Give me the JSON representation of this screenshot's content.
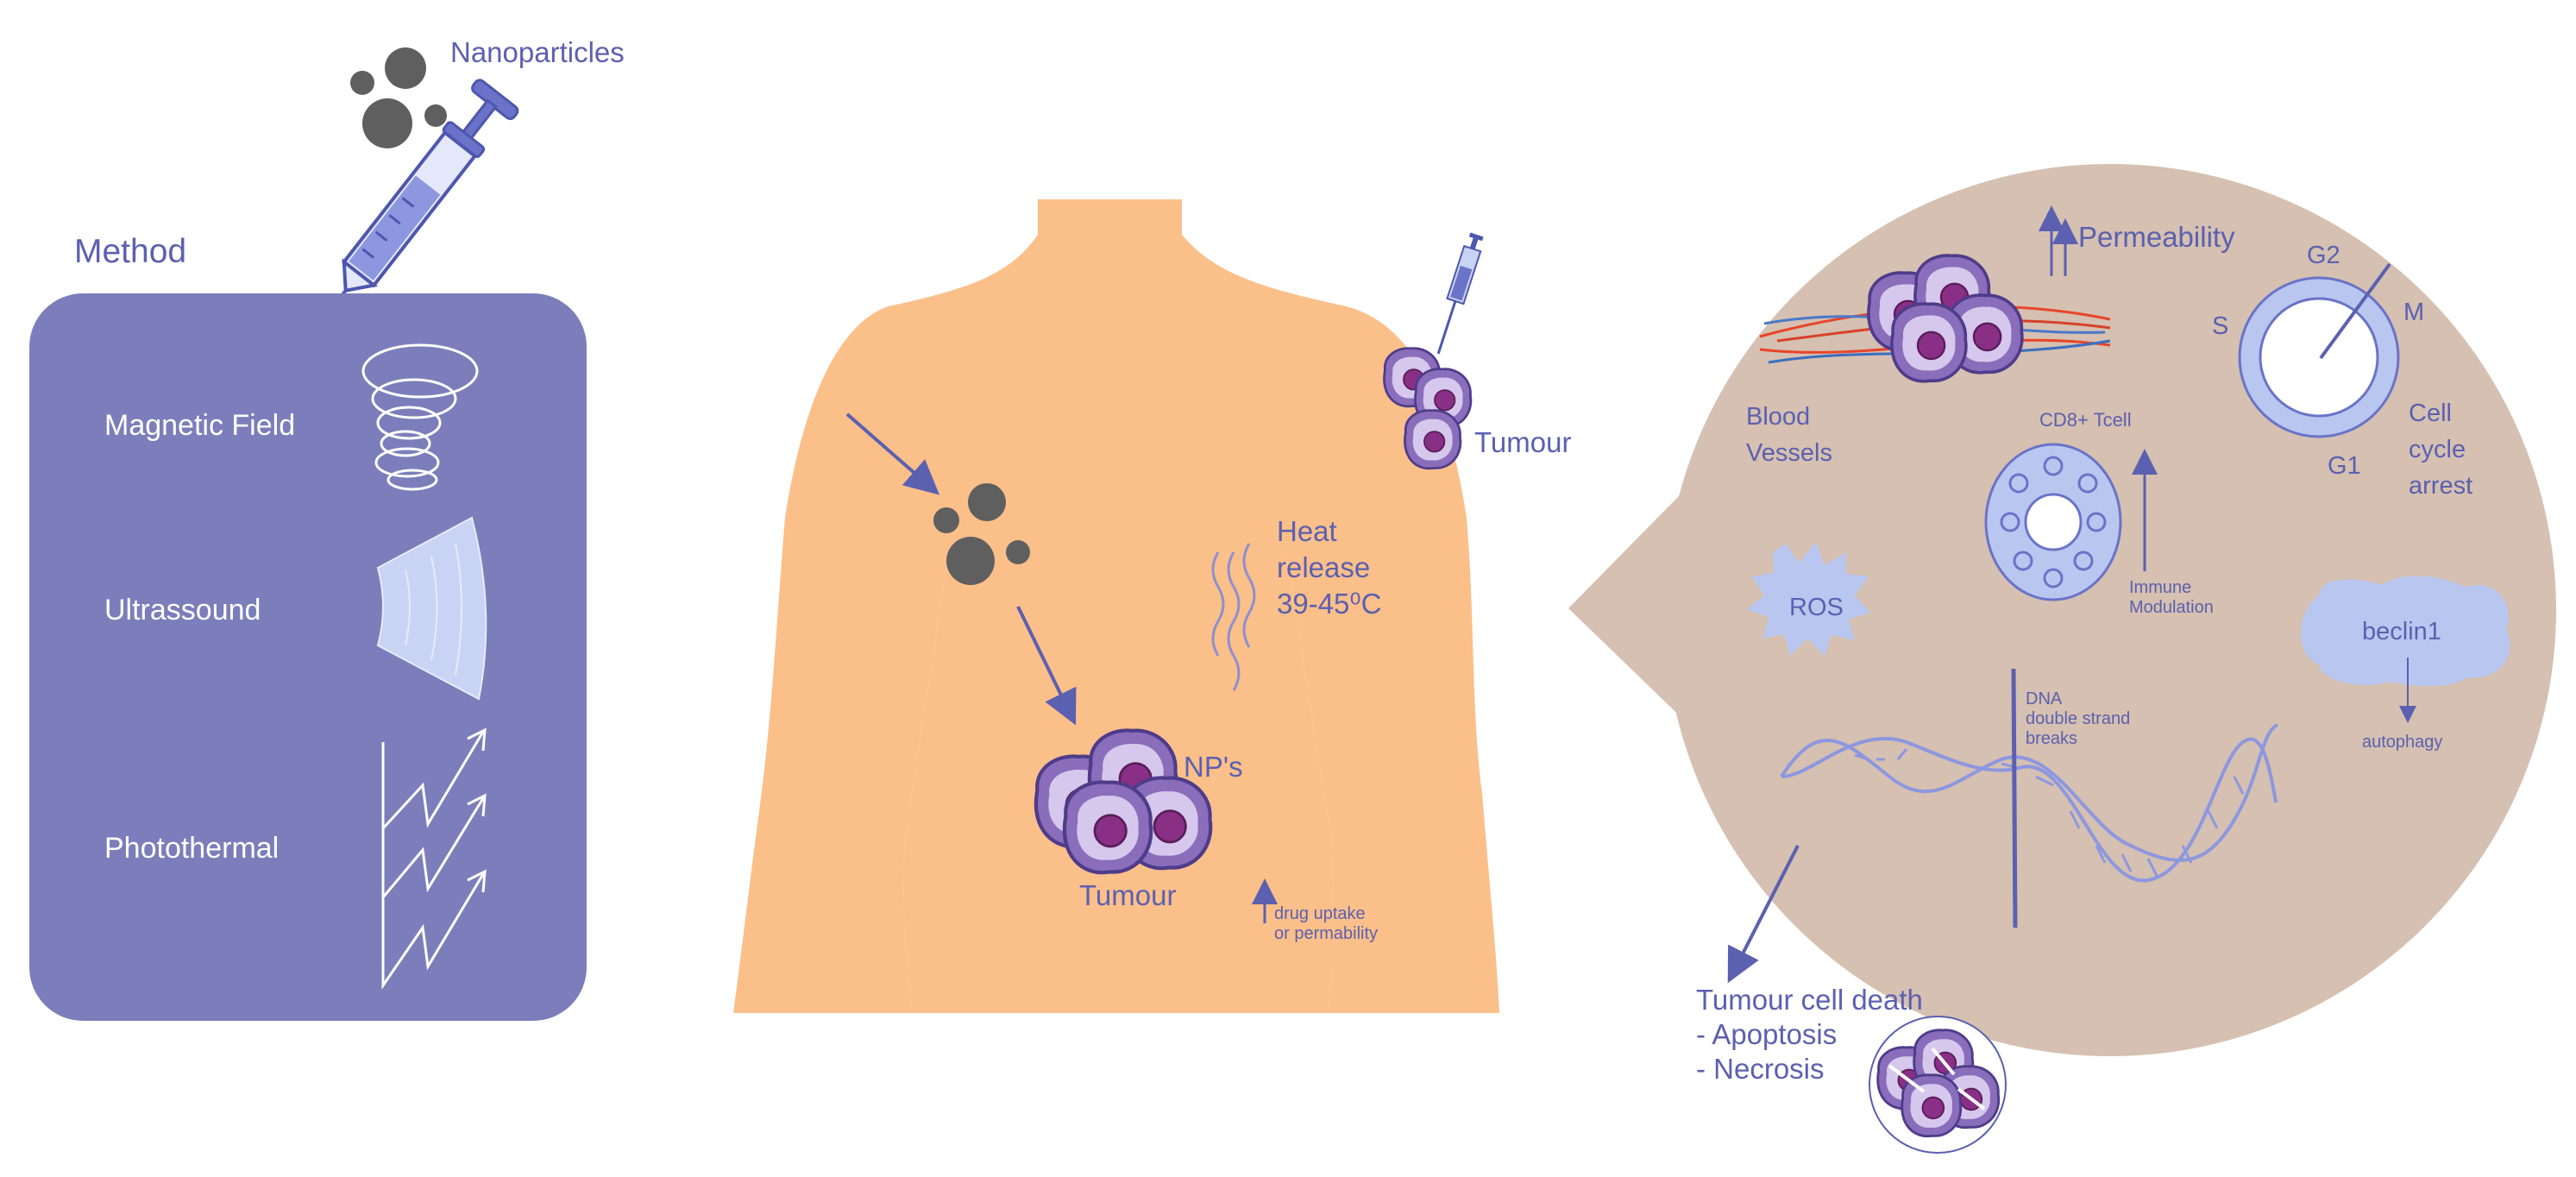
{
  "colors": {
    "panel": "#7b7eba",
    "text": "#5b60b0",
    "body": "#fbbf8a",
    "bubble": "#d5c0b1",
    "nanoparticle": "#5f5f5f",
    "cell_outer": "#8a6dbb",
    "cell_nucleus": "#8a2f86",
    "light_blue": "#b9c7f0"
  },
  "nanoparticles_label": "Nanoparticles",
  "method": {
    "title": "Method",
    "items": [
      {
        "label": "Magnetic Field",
        "icon": "spiral-icon"
      },
      {
        "label": "Ultrassound",
        "icon": "ultrasound-fan-icon"
      },
      {
        "label": "Photothermal",
        "icon": "zigzag-arrows-icon"
      }
    ]
  },
  "torso": {
    "tumour_shoulder": "Tumour",
    "heat_lines": [
      "Heat",
      "release",
      "39-45⁰C"
    ],
    "nps_label": "NP's",
    "tumour_center": "Tumour",
    "drug_uptake_lines": [
      "drug uptake",
      "or permability"
    ]
  },
  "bubble": {
    "permeability": "Permeability",
    "blood_vessels_lines": [
      "Blood",
      "Vessels"
    ],
    "cell_cycle": {
      "g2": "G2",
      "m": "M",
      "s": "S",
      "g1": "G1"
    },
    "cell_cycle_arrest_lines": [
      "Cell",
      "cycle",
      "arrest"
    ],
    "cd8": "CD8+ Tcell",
    "immune_lines": [
      "Immune",
      "Modulation"
    ],
    "ros": "ROS",
    "beclin": "beclin1",
    "autophagy": "autophagy",
    "dna_lines": [
      "DNA",
      "double strand",
      "breaks"
    ]
  },
  "death": {
    "title": "Tumour cell death",
    "items": [
      "-  Apoptosis",
      "-  Necrosis"
    ]
  }
}
